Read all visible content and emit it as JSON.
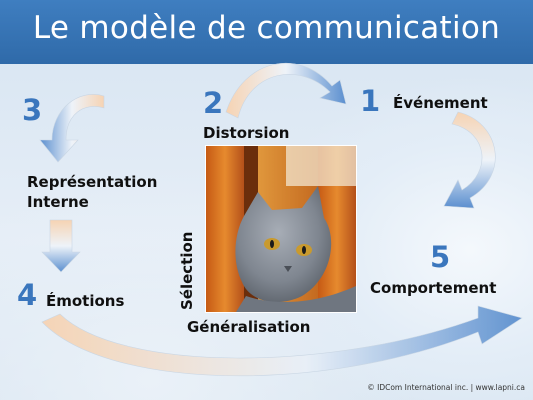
{
  "title": "Le modèle de communication",
  "steps": {
    "s1": {
      "number": "1",
      "label": "Événement"
    },
    "s2": {
      "number": "2",
      "label": "Distorsion"
    },
    "s3": {
      "number": "3",
      "label_line1": "Représentation",
      "label_line2": "Interne"
    },
    "s4": {
      "number": "4",
      "label": "Émotions"
    },
    "s5": {
      "number": "5",
      "label": "Comportement"
    }
  },
  "filters": {
    "vertical": "Sélection",
    "bottom": "Généralisation"
  },
  "footer": "© IDCom International inc. | www.lapni.ca",
  "colors": {
    "title_bar": "#3a76bd",
    "numbers": "#3a76bd",
    "arrow_orange": "#f3c9a3",
    "arrow_blue": "#5b8fcf"
  }
}
